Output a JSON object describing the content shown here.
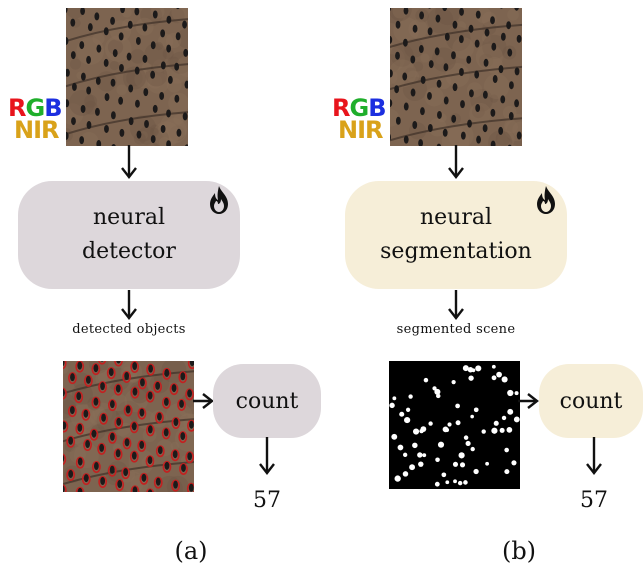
{
  "colors": {
    "panel_a_box": "#ddd7db",
    "panel_b_box": "#f6eed8",
    "channel_r": "#e8141c",
    "channel_g": "#1fae2b",
    "channel_b": "#1c2fe0",
    "channel_nir": "#d9a21a",
    "soil": "#7d6450",
    "hole": "#1c1a1a",
    "detection": "#c42020"
  },
  "input_channels": {
    "r": "R",
    "g": "G",
    "b": "B",
    "nir": "NIR"
  },
  "panels": [
    {
      "id": "a",
      "model_label_lines": [
        "neural",
        "detector"
      ],
      "output_label": "detected objects",
      "count_label": "count",
      "count_value": "57",
      "caption": "(a)"
    },
    {
      "id": "b",
      "model_label_lines": [
        "neural",
        "segmentation"
      ],
      "output_label": "segmented scene",
      "count_label": "count",
      "count_value": "57",
      "caption": "(b)"
    }
  ]
}
